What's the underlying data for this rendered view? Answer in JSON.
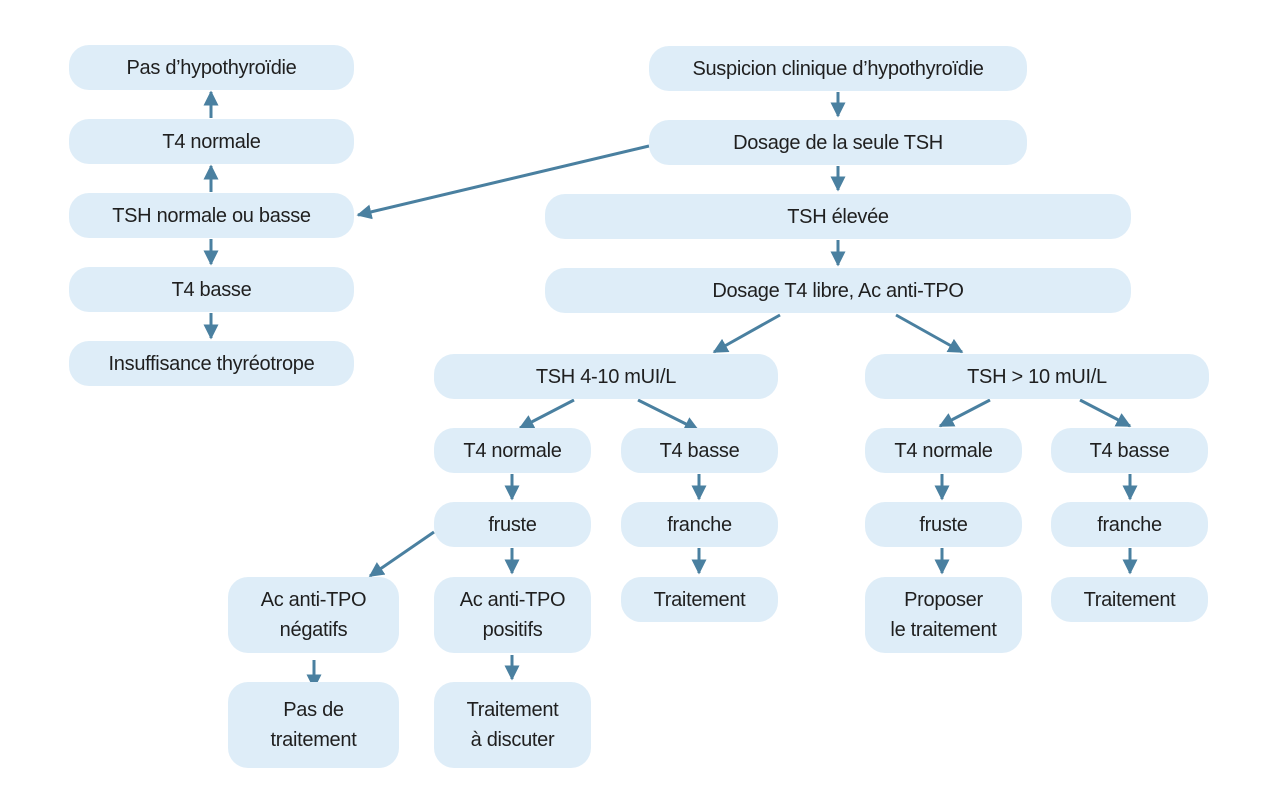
{
  "colors": {
    "box_fill": "#deedf8",
    "arrow": "#4a80a0",
    "text": "#1f1f1f"
  },
  "nodes": {
    "pas_hypo": "Pas d’hypothyroïdie",
    "t4_normale_left": "T4 normale",
    "tsh_normale_basse": "TSH normale ou basse",
    "t4_basse_left": "T4 basse",
    "insuffisance": "Insuffisance thyréotrope",
    "suspicion": "Suspicion clinique d’hypothyroïdie",
    "dosage_tsh": "Dosage de la seule TSH",
    "tsh_elevee": "TSH élevée",
    "dosage_t4": "Dosage T4 libre, Ac anti-TPO",
    "tsh_4_10": "TSH 4-10 mUI/L",
    "tsh_gt_10": "TSH > 10 mUI/L",
    "t4_normale_a": "T4 normale",
    "t4_basse_a": "T4 basse",
    "t4_normale_b": "T4 normale",
    "t4_basse_b": "T4 basse",
    "fruste_a": "fruste",
    "franche_a": "franche",
    "fruste_b": "fruste",
    "franche_b": "franche",
    "ac_negatifs": "Ac anti-TPO\nnégatifs",
    "ac_positifs": "Ac anti-TPO\npositifs",
    "traitement_a": "Traitement",
    "proposer": "Proposer\nle traitement",
    "traitement_b": "Traitement",
    "pas_traitement": "Pas de\ntraitement",
    "traitement_discuter": "Traitement\nà discuter"
  }
}
